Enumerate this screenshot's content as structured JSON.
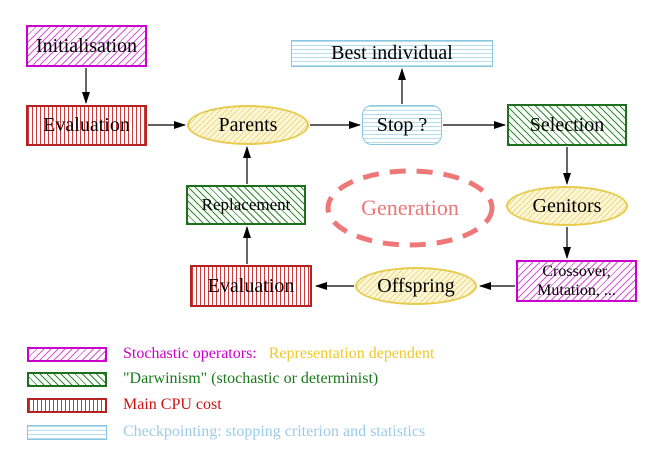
{
  "nodes": {
    "initialisation": {
      "label": "Initialisation"
    },
    "evaluation_top": {
      "label": "Evaluation"
    },
    "parents": {
      "label": "Parents"
    },
    "best_individual": {
      "label": "Best individual"
    },
    "stop": {
      "label": "Stop ?"
    },
    "selection": {
      "label": "Selection"
    },
    "replacement": {
      "label": "Replacement"
    },
    "generation": {
      "label": "Generation"
    },
    "genitors": {
      "label": "Genitors"
    },
    "evaluation_bottom": {
      "label": "Evaluation"
    },
    "offspring": {
      "label": "Offspring"
    },
    "crossover_mutation": {
      "line1": "Crossover,",
      "line2": "Mutation, ..."
    }
  },
  "edges": [
    {
      "from": "Initialisation",
      "to": "Evaluation"
    },
    {
      "from": "Evaluation",
      "to": "Parents"
    },
    {
      "from": "Parents",
      "to": "Stop ?"
    },
    {
      "from": "Stop ?",
      "to": "Best individual"
    },
    {
      "from": "Stop ?",
      "to": "Selection"
    },
    {
      "from": "Selection",
      "to": "Genitors"
    },
    {
      "from": "Genitors",
      "to": "Crossover, Mutation, ..."
    },
    {
      "from": "Crossover, Mutation, ...",
      "to": "Offspring"
    },
    {
      "from": "Offspring",
      "to": "Evaluation (bottom)"
    },
    {
      "from": "Evaluation (bottom)",
      "to": "Replacement"
    },
    {
      "from": "Replacement",
      "to": "Parents"
    }
  ],
  "legend": {
    "items": [
      {
        "swatch": "magenta-diagonal-hatch",
        "label": "Stochastic operators:",
        "label_secondary": "Representation dependent"
      },
      {
        "swatch": "green-diagonal-hatch",
        "label": "\"Darwinism\" (stochastic or determinist)"
      },
      {
        "swatch": "red-vertical-stripes",
        "label": "Main CPU cost"
      },
      {
        "swatch": "cyan-horizontal-stripes",
        "label": "Checkpointing: stopping criterion and statistics"
      }
    ]
  },
  "colors": {
    "magenta": "#cc00cc",
    "yellow_text": "#edc929",
    "green": "#1a7a1a",
    "red": "#cc1111",
    "light_blue": "#9ccbe8",
    "salmon": "#ee7777",
    "yellow_node_border": "#e7cb4d"
  }
}
